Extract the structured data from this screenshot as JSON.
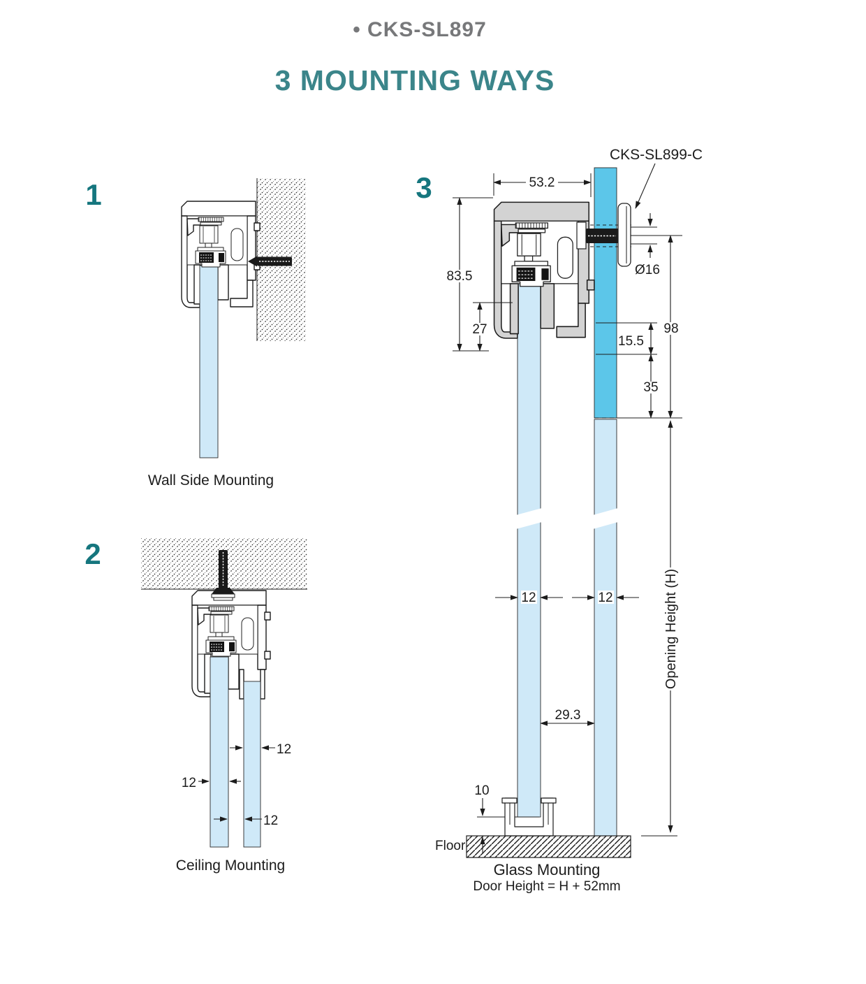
{
  "header": {
    "product_code": "• CKS-SL897",
    "title": "3 MOUNTING WAYS"
  },
  "colors": {
    "title_gray": "#77787a",
    "title_teal": "#3b858a",
    "number_teal": "#15767e",
    "glass_light": "#cfe9f8",
    "glass_dark": "#5cc6e9",
    "profile_gray": "#d3d3d3",
    "line": "#1c1c1c"
  },
  "diagrams": [
    {
      "number": "1",
      "caption": "Wall Side Mounting"
    },
    {
      "number": "2",
      "caption": "Ceiling Mounting",
      "dims": {
        "fixed_thickness": "12",
        "door_thickness": "12",
        "gap": "12"
      }
    },
    {
      "number": "3",
      "caption": "Glass Mounting",
      "subcaption": "Door Height = H + 52mm",
      "part_label": "CKS-SL899-C",
      "floor_label": "Floor",
      "dims": {
        "track_width": "53.2",
        "track_height": "83.5",
        "clamp_height": "27",
        "cap_diameter": "Ø16",
        "bolt_offset": "15.5",
        "glass_drop": "98",
        "overlap": "35",
        "door_thickness": "12",
        "fixed_thickness": "12",
        "gap": "29.3",
        "floor_clearance": "10",
        "opening_height": "Opening Height (H)"
      }
    }
  ]
}
